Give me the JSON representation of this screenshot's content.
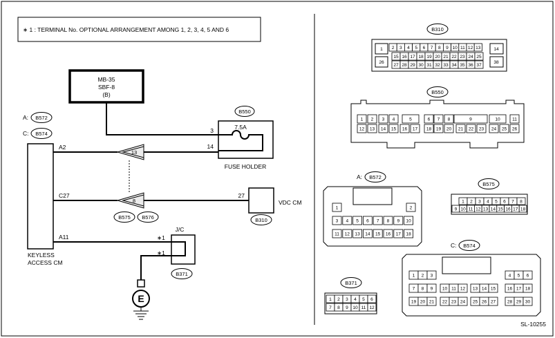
{
  "note": "∗ 1 : TERMINAL No. OPTIONAL ARRANGEMENT AMONG 1, 2, 3, 4, 5 AND 6",
  "figure_id": "SL-10255",
  "mb": {
    "line1": "MB-35",
    "line2": "SBF-8",
    "line3": "(B)"
  },
  "fuse_holder": {
    "connector": "B550",
    "rating": "7.5A",
    "pin_in": "3",
    "pin_out": "14",
    "label": "FUSE HOLDER"
  },
  "keyless": {
    "label_line1": "KEYLESS",
    "label_line2": "ACCESS CM",
    "connA_prefix": "A:",
    "connA": "B572",
    "connC_prefix": "C:",
    "connC": "B574",
    "pin_a2": "A2",
    "pin_c27": "C27",
    "pin_a11": "A11"
  },
  "joints": {
    "upper_pin": "13",
    "lower_pin": "8",
    "conn1": "B575",
    "conn2": "B576"
  },
  "vdc": {
    "pin": "27",
    "label": "VDC CM",
    "connector": "B310"
  },
  "jc": {
    "label": "J/C",
    "mark1": "∗1",
    "mark2": "∗1",
    "connector": "B371"
  },
  "ground": {
    "symbol": "E"
  },
  "connectors": {
    "b310": {
      "name": "B310",
      "left_top": "1",
      "left_bottom": "26",
      "right_top": "14",
      "right_bottom": "38",
      "rows": [
        [
          "2",
          "3",
          "4",
          "5",
          "6",
          "7",
          "8",
          "9",
          "10",
          "11",
          "12",
          "13"
        ],
        [
          "15",
          "16",
          "17",
          "18",
          "19",
          "20",
          "21",
          "22",
          "23",
          "24",
          "25"
        ],
        [
          "27",
          "28",
          "29",
          "30",
          "31",
          "32",
          "33",
          "34",
          "35",
          "36",
          "37"
        ]
      ]
    },
    "b550": {
      "name": "B550",
      "top": [
        "1",
        "2",
        "3",
        "4",
        "5",
        "6",
        "7",
        "8",
        "9",
        "10",
        "11"
      ],
      "bottom": [
        "12",
        "13",
        "14",
        "15",
        "16",
        "17",
        "18",
        "19",
        "20",
        "21",
        "22",
        "23",
        "24",
        "25",
        "26"
      ]
    },
    "b572": {
      "prefix": "A:",
      "name": "B572",
      "row1": [
        "1",
        "2"
      ],
      "row2": [
        "3",
        "4",
        "5",
        "6",
        "7",
        "8",
        "9",
        "10"
      ],
      "row3": [
        "11",
        "12",
        "13",
        "14",
        "15",
        "16",
        "17",
        "18"
      ]
    },
    "b575": {
      "name": "B575",
      "row1": [
        "1",
        "2",
        "3",
        "4",
        "5",
        "6",
        "7",
        "8"
      ],
      "row2": [
        "9",
        "10",
        "11",
        "12",
        "13",
        "14",
        "15",
        "16",
        "17",
        "18"
      ]
    },
    "b574": {
      "prefix": "C:",
      "name": "B574",
      "row1": [
        "1",
        "2",
        "3",
        "4",
        "5",
        "6"
      ],
      "row2": [
        "7",
        "8",
        "9",
        "10",
        "11",
        "12",
        "13",
        "14",
        "15",
        "16",
        "17",
        "18"
      ],
      "row3": [
        "19",
        "20",
        "21",
        "22",
        "23",
        "24",
        "25",
        "26",
        "27",
        "28",
        "29",
        "30"
      ]
    },
    "b371": {
      "name": "B371",
      "row1": [
        "1",
        "2",
        "3",
        "4",
        "5",
        "6"
      ],
      "row2": [
        "7",
        "8",
        "9",
        "10",
        "11",
        "12"
      ]
    }
  }
}
